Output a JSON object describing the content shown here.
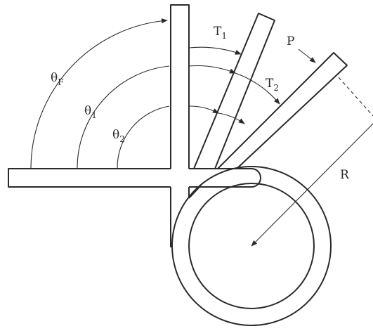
{
  "labels": {
    "theta_f": {
      "symbol": "θ",
      "sub": "F"
    },
    "theta_1": {
      "symbol": "θ",
      "sub": "1"
    },
    "theta_2": {
      "symbol": "θ",
      "sub": "2"
    },
    "t1": {
      "symbol": "T",
      "sub": "1"
    },
    "t2": {
      "symbol": "T",
      "sub": "2"
    },
    "p": "P",
    "r": "R"
  }
}
